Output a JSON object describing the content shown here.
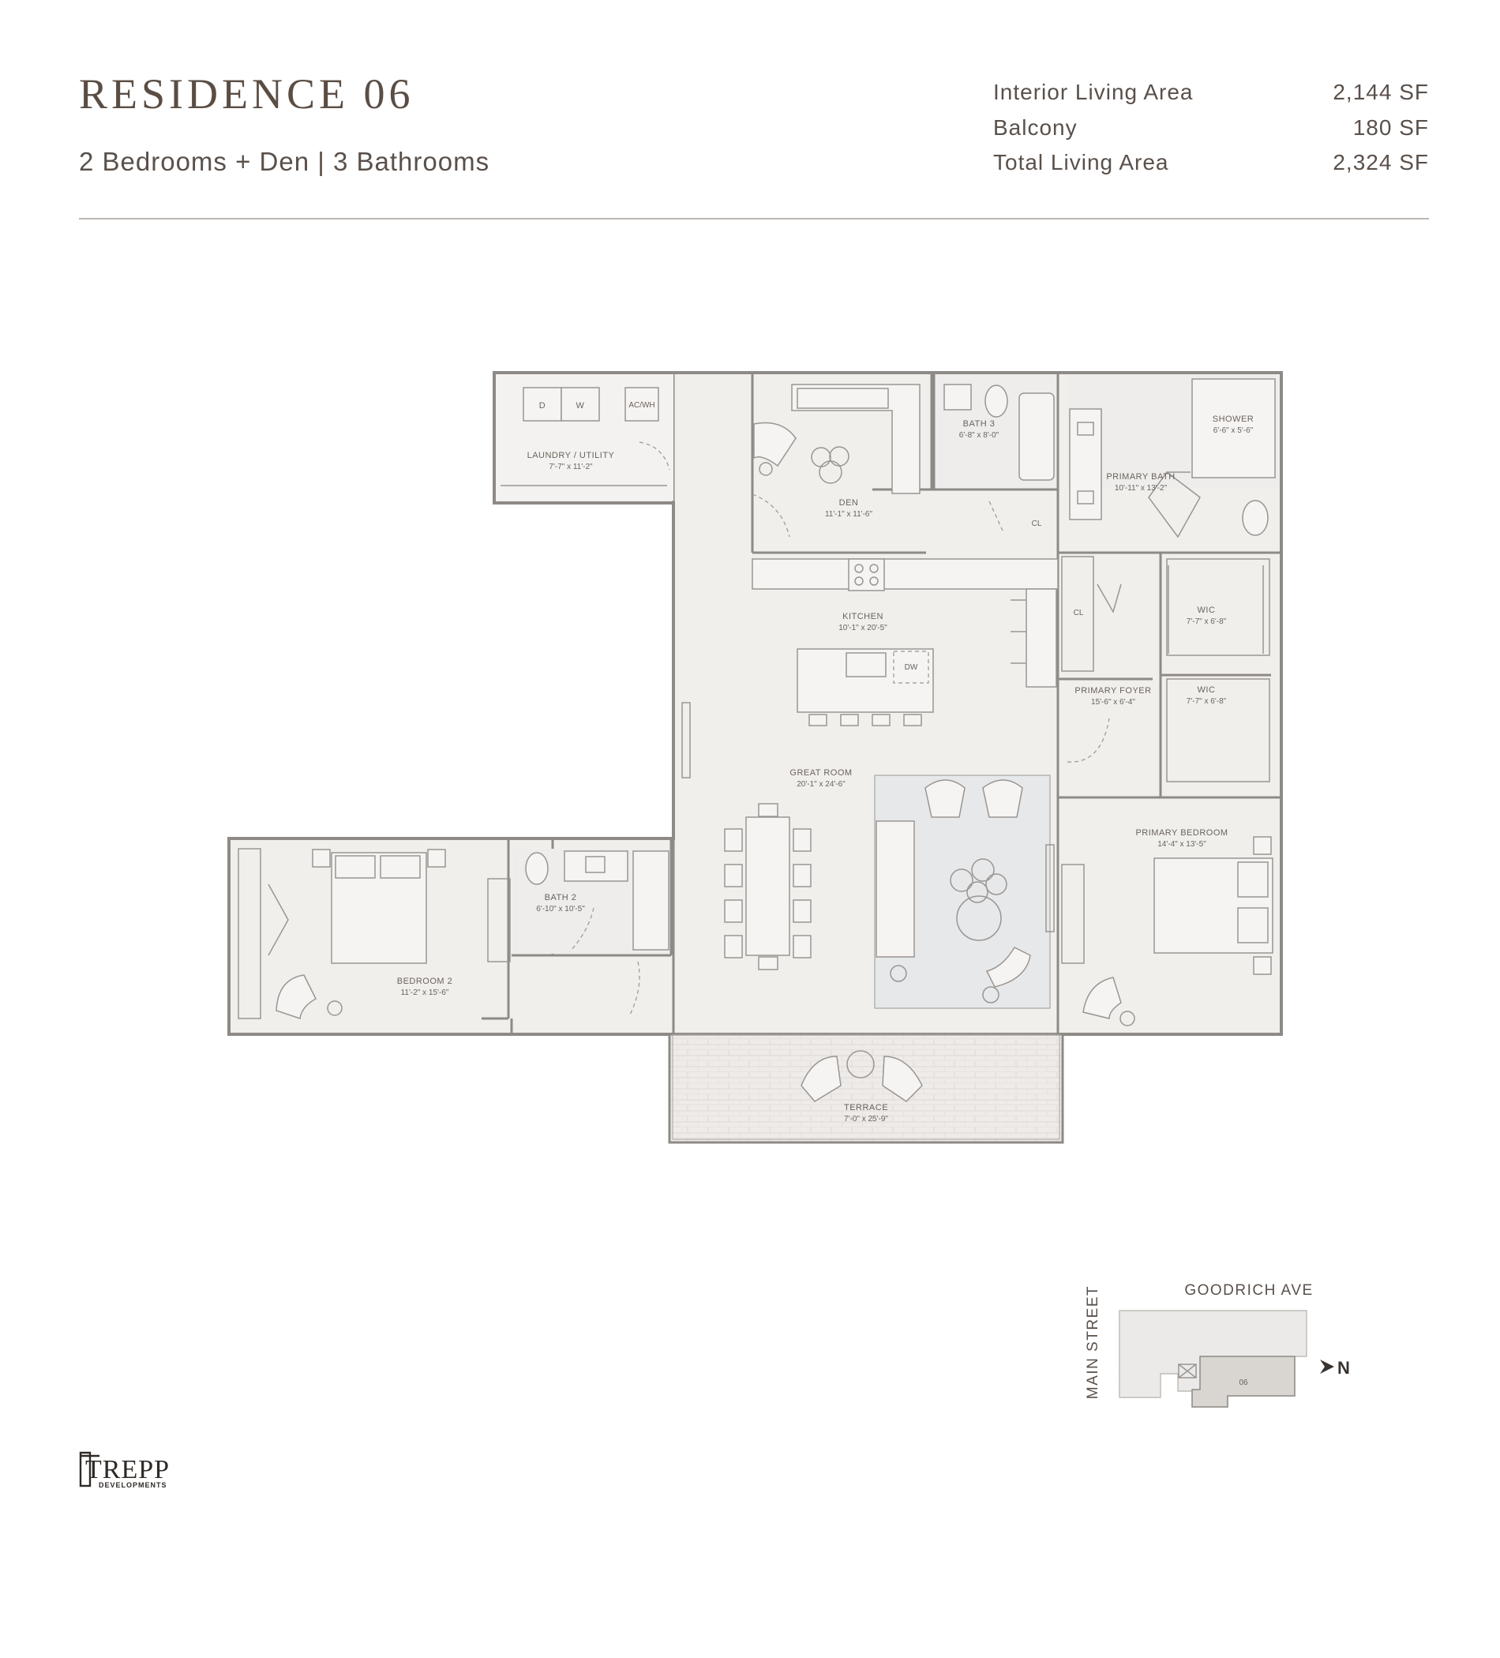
{
  "header": {
    "title": "RESIDENCE 06",
    "subtitle": "2 Bedrooms + Den  |  3 Bathrooms"
  },
  "areas": [
    {
      "label": "Interior Living Area",
      "value": "2,144 SF"
    },
    {
      "label": "Balcony",
      "value": "180 SF"
    },
    {
      "label": "Total Living Area",
      "value": "2,324 SF"
    }
  ],
  "rooms": {
    "laundry": {
      "name": "LAUNDRY / UTILITY",
      "dim": "7'-7\" x 11'-2\""
    },
    "den": {
      "name": "DEN",
      "dim": "11'-1\" x 11'-6\""
    },
    "bath3": {
      "name": "BATH 3",
      "dim": "6'-8\" x 8'-0\""
    },
    "shower": {
      "name": "SHOWER",
      "dim": "6'-6\" x 5'-6\""
    },
    "primary_bath": {
      "name": "PRIMARY BATH",
      "dim": "10'-11\" x 13'-2\""
    },
    "kitchen": {
      "name": "KITCHEN",
      "dim": "10'-1\" x 20'-5\""
    },
    "wic1": {
      "name": "WIC",
      "dim": "7'-7\" x 6'-8\""
    },
    "wic2": {
      "name": "WIC",
      "dim": "7'-7\" x 6'-8\""
    },
    "primary_foyer": {
      "name": "PRIMARY FOYER",
      "dim": "15'-6\" x 6'-4\""
    },
    "great_room": {
      "name": "GREAT ROOM",
      "dim": "20'-1\" x 24'-6\""
    },
    "primary_bedroom": {
      "name": "PRIMARY BEDROOM",
      "dim": "14'-4\" x 13'-5\""
    },
    "bath2": {
      "name": "BATH 2",
      "dim": "6'-10\" x 10'-5\""
    },
    "bedroom2": {
      "name": "BEDROOM 2",
      "dim": "11'-2\" x 15'-6\""
    },
    "terrace": {
      "name": "TERRACE",
      "dim": "7'-0\" x 25'-9\""
    }
  },
  "fixtures": {
    "dryer": "D",
    "washer": "W",
    "water_heater": "AC/WH",
    "dishwasher": "DW",
    "closet_den": "CL",
    "closet_foyer": "CL"
  },
  "key_plan": {
    "street_top": "GOODRICH AVE",
    "street_side": "MAIN STREET",
    "unit": "06",
    "north": "N"
  },
  "logo": {
    "name": "TREPP",
    "sub": "DEVELOPMENTS"
  }
}
